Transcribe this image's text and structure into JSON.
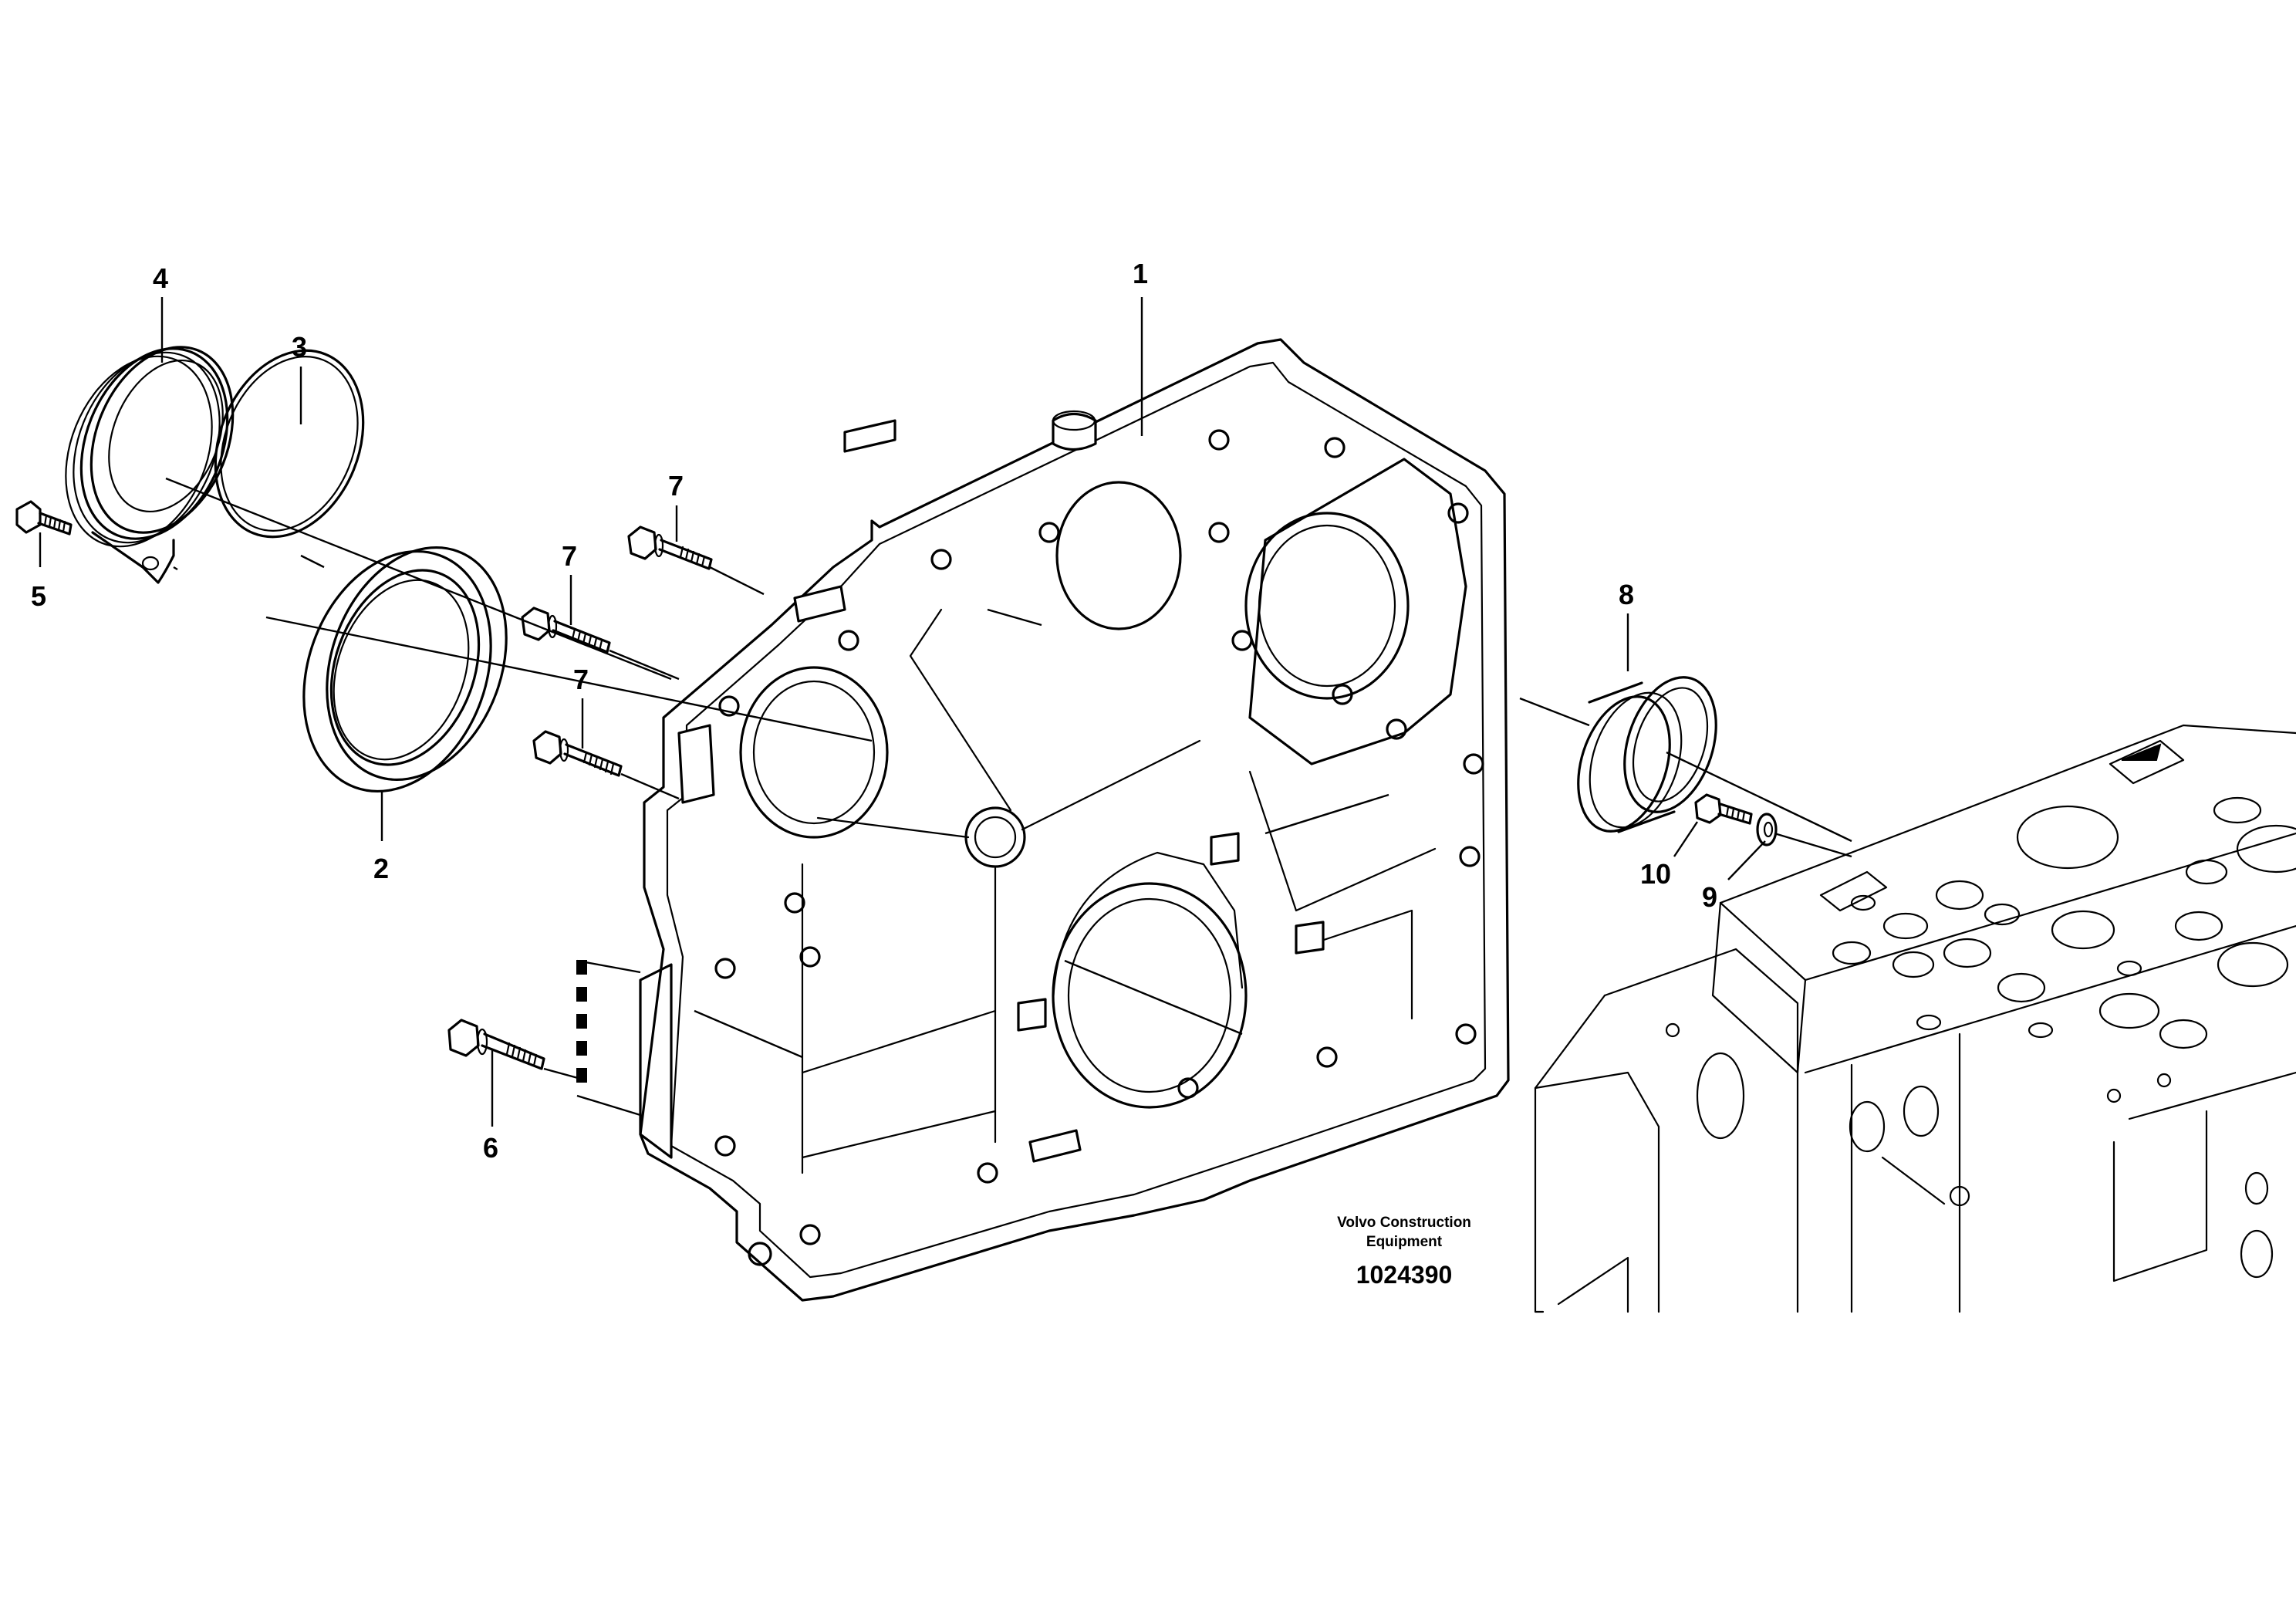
{
  "callouts": {
    "c1": "1",
    "c2": "2",
    "c3": "3",
    "c4": "4",
    "c5": "5",
    "c6": "6",
    "c7a": "7",
    "c7b": "7",
    "c7c": "7",
    "c8": "8",
    "c9": "9",
    "c10": "10"
  },
  "caption": {
    "line1": "Volvo Construction",
    "line2": "Equipment",
    "number": "1024390"
  }
}
